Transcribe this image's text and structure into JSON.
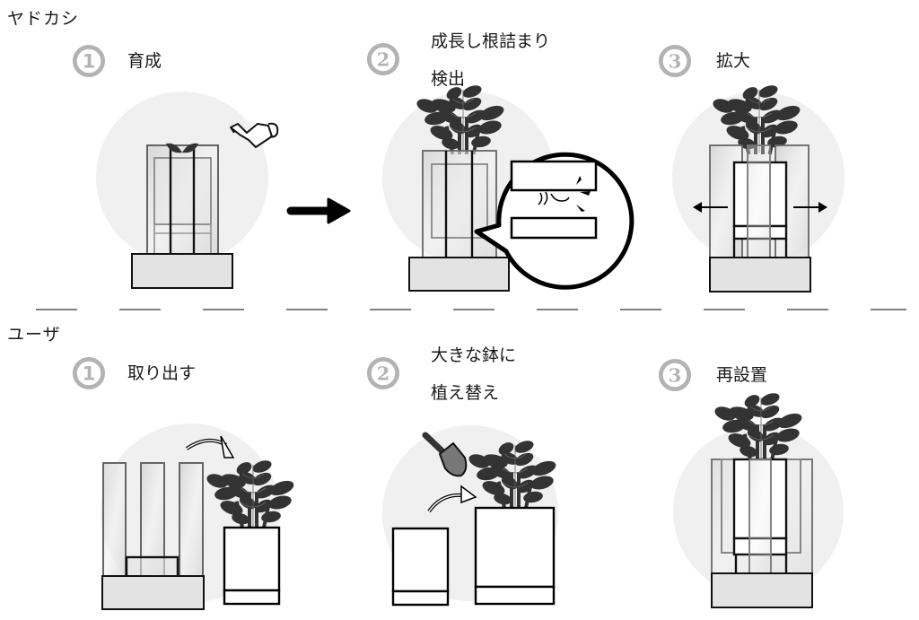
{
  "sections": {
    "provider": {
      "label": "ヤドカシ",
      "steps": [
        {
          "number": "1",
          "lines": [
            "育成"
          ],
          "illustration": "sprout-in-sleeve-with-watering-can"
        },
        {
          "number": "2",
          "lines": [
            "成長し根詰まり",
            "検出"
          ],
          "illustration": "grown-plant-with-root-detection-callout"
        },
        {
          "number": "3",
          "lines": [
            "拡大"
          ],
          "illustration": "expanding-sleeve-with-arrows"
        }
      ]
    },
    "user": {
      "label": "ユーザ",
      "steps": [
        {
          "number": "1",
          "lines": [
            "取り出す"
          ],
          "illustration": "remove-plant-from-sleeve"
        },
        {
          "number": "2",
          "lines": [
            "大きな鉢に",
            "植え替え"
          ],
          "illustration": "repot-into-larger-pot-with-trowel"
        },
        {
          "number": "3",
          "lines": [
            "再設置"
          ],
          "illustration": "reinstall-in-sleeve"
        }
      ]
    }
  },
  "icons": {
    "flow_arrow": "right-arrow-icon",
    "watering_can": "watering-can-icon",
    "trowel": "trowel-icon",
    "divider": "dashed-divider"
  },
  "colors": {
    "circle_bg": "#f0f0f0",
    "badge": "#b3b3b3",
    "leaf": "#333333",
    "outline": "#000000",
    "base_fill": "#e3e3e3",
    "divider": "#808080"
  }
}
